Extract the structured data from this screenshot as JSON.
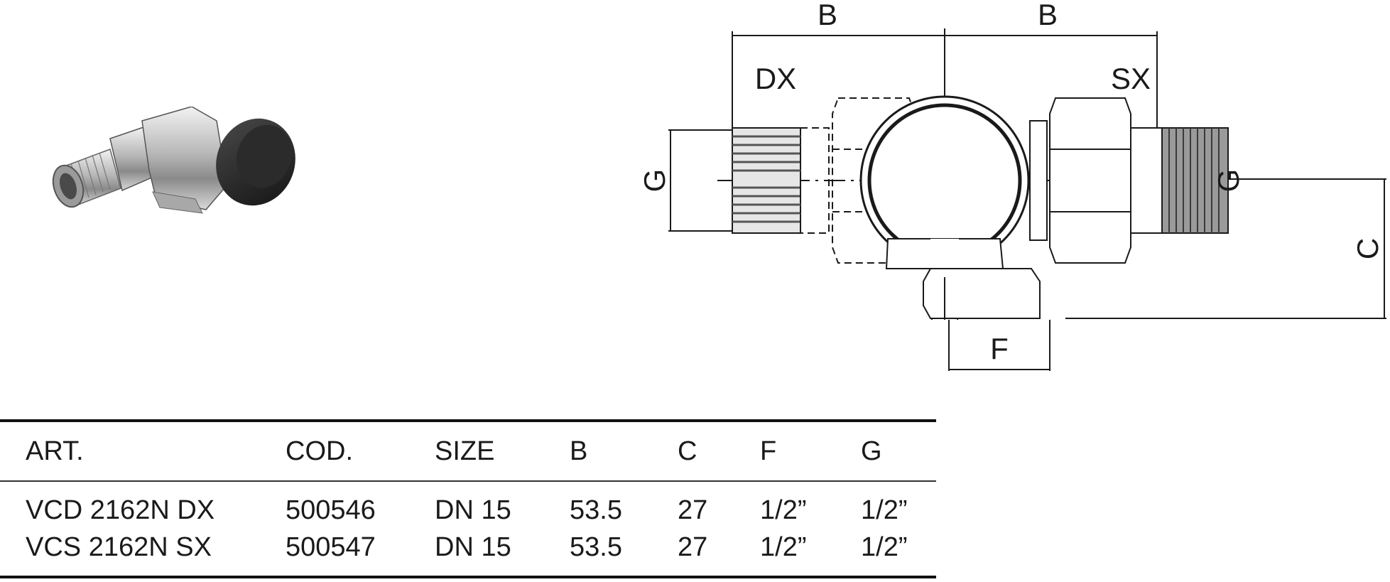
{
  "drawing": {
    "labels": {
      "b_left": "B",
      "b_right": "B",
      "dx": "DX",
      "sx": "SX",
      "g_left": "G",
      "g_right": "G",
      "c": "C",
      "f": "F"
    }
  },
  "table": {
    "headers": [
      "ART.",
      "COD.",
      "SIZE",
      "B",
      "C",
      "F",
      "G"
    ],
    "rows": [
      [
        "VCD 2162N DX",
        "500546",
        "DN 15",
        "53.5",
        "27",
        "1/2”",
        "1/2”"
      ],
      [
        "VCS 2162N SX",
        "500547",
        "DN 15",
        "53.5",
        "27",
        "1/2”",
        "1/2”"
      ]
    ]
  },
  "colors": {
    "text": "#1a1a1a",
    "rule": "#111111",
    "valve_body": "#c9c9c9",
    "cap": "#2a2a2a"
  }
}
